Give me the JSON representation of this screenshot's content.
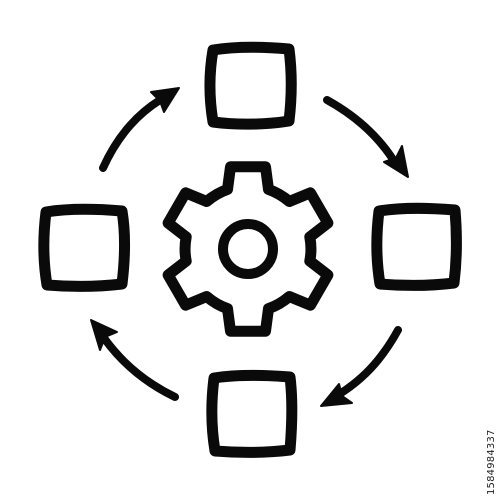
{
  "diagram": {
    "nodes": [
      {
        "id": "top-box",
        "shape": "square"
      },
      {
        "id": "right-box",
        "shape": "square"
      },
      {
        "id": "bottom-box",
        "shape": "square"
      },
      {
        "id": "left-box",
        "shape": "square"
      },
      {
        "id": "center-gear",
        "shape": "gear"
      }
    ],
    "edges": [
      {
        "from": "left-box",
        "to": "top-box",
        "style": "curved-arrow"
      },
      {
        "from": "top-box",
        "to": "right-box",
        "style": "curved-arrow"
      },
      {
        "from": "right-box",
        "to": "bottom-box",
        "style": "curved-arrow"
      },
      {
        "from": "bottom-box",
        "to": "left-box",
        "style": "curved-arrow"
      }
    ],
    "colors": {
      "ink": "#0a0a0a",
      "background": "#ffffff"
    },
    "icons": [
      "gear-icon",
      "square-icon",
      "arrow-icon"
    ]
  },
  "watermark": {
    "text": "1584984337"
  }
}
